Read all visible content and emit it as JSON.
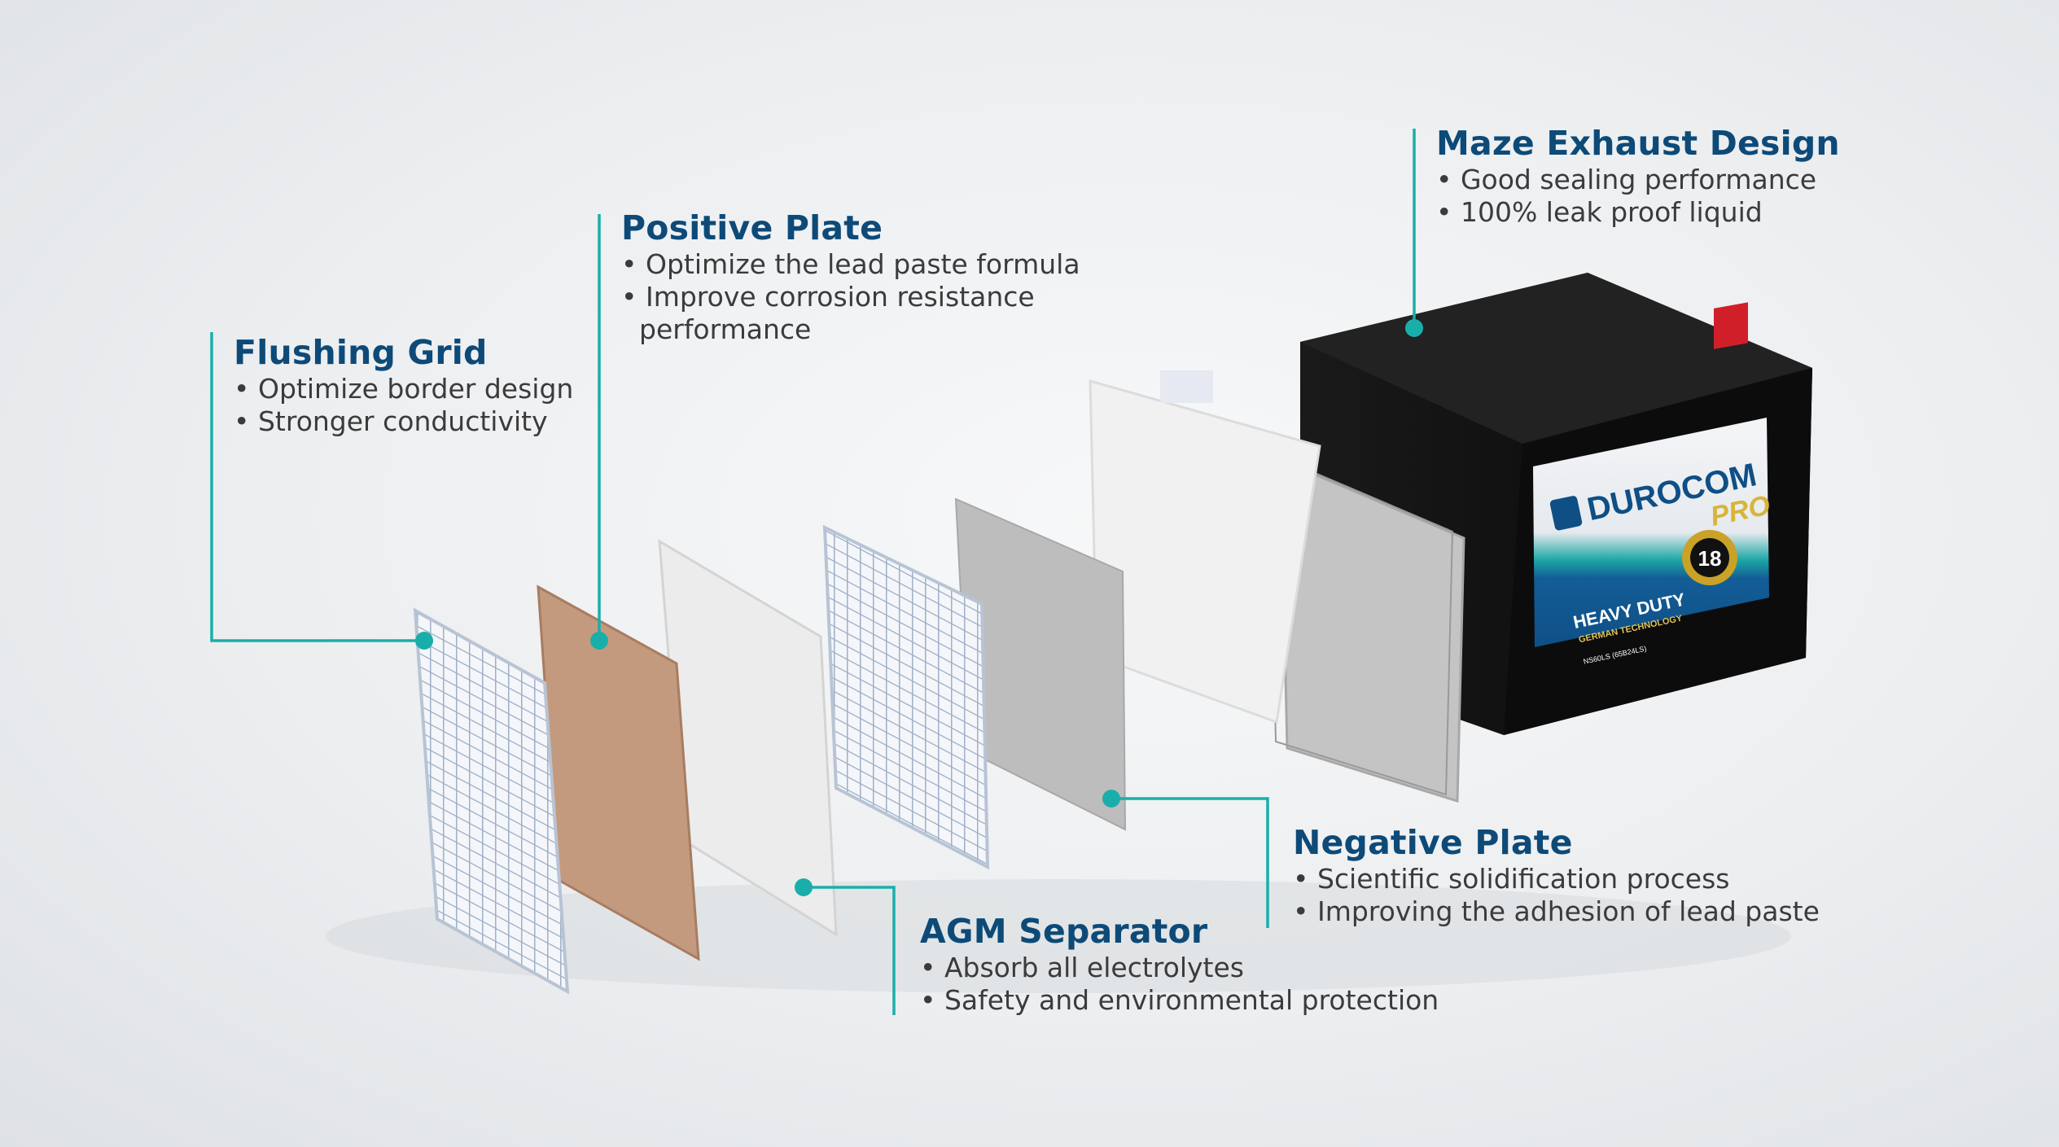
{
  "colors": {
    "accent": "#1aaeaa",
    "title": "#0d4a78",
    "text": "#3b3b3b"
  },
  "callouts": {
    "flushing_grid": {
      "title": "Flushing Grid",
      "bullets": [
        "Optimize border design",
        "Stronger conductivity"
      ]
    },
    "positive_plate": {
      "title": "Positive Plate",
      "bullets": [
        "Optimize the lead paste formula",
        "Improve corrosion resistance"
      ],
      "continuation": "performance"
    },
    "maze_exhaust": {
      "title": "Maze Exhaust Design",
      "bullets": [
        "Good sealing performance",
        "100% leak proof liquid"
      ]
    },
    "negative_plate": {
      "title": "Negative Plate",
      "bullets": [
        "Scientific solidification process",
        "Improving the adhesion of lead paste"
      ]
    },
    "agm_separator": {
      "title": "AGM Separator",
      "bullets": [
        "Absorb all electrolytes",
        "Safety and environmental protection"
      ]
    }
  },
  "battery_label": {
    "brand": "DUROCOM",
    "sub_brand": "PRO",
    "line": "HEAVY DUTY",
    "tagline": "GERMAN TECHNOLOGY",
    "model": "NS60LS (65B24LS)",
    "warranty": "18"
  }
}
